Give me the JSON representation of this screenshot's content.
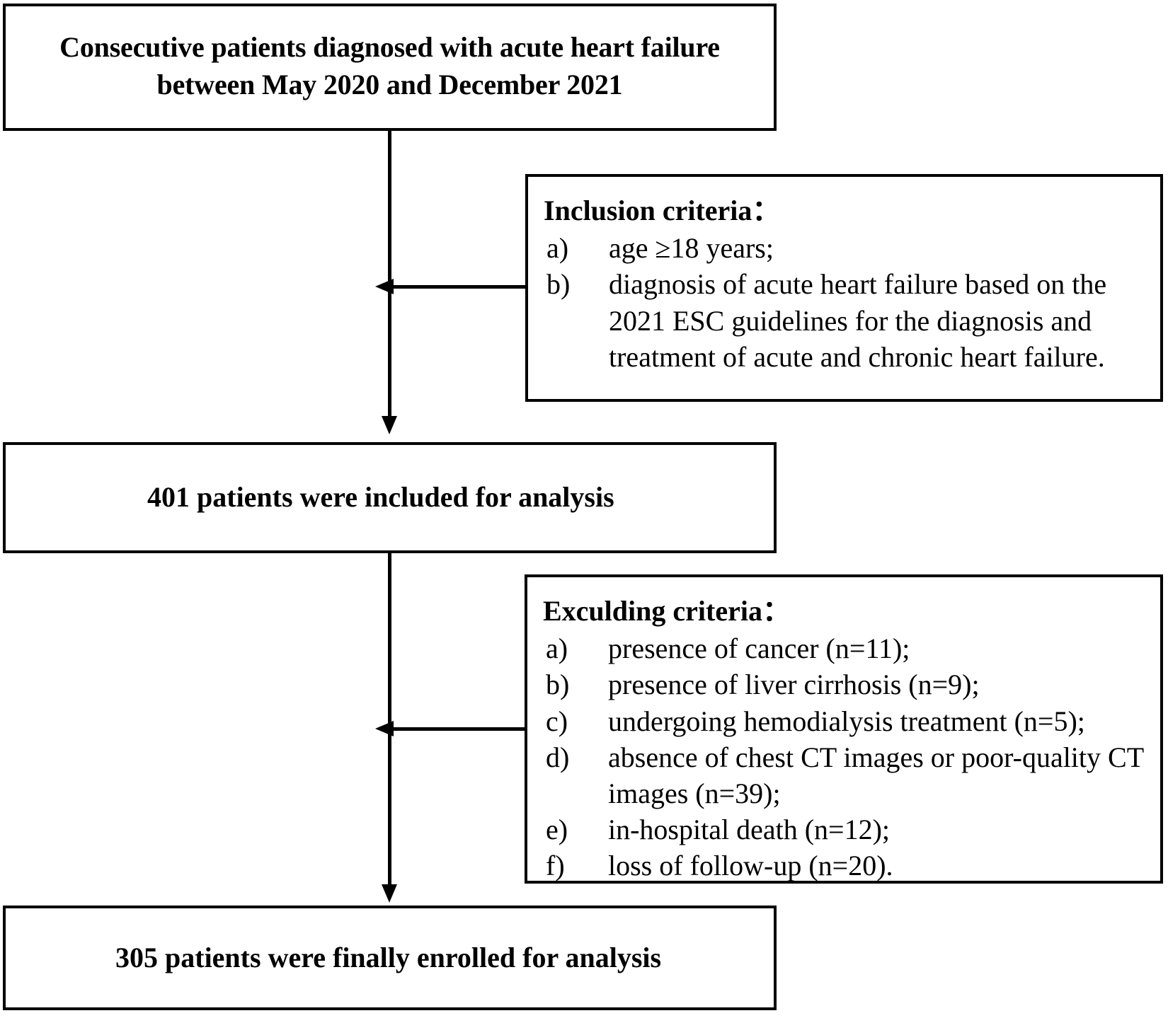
{
  "figure": {
    "type": "flowchart",
    "description": "Patient selection flow diagram"
  },
  "stages": {
    "source": {
      "line1": "Consecutive patients diagnosed with acute heart failure",
      "line2": "between May 2020 and December 2021"
    },
    "included": {
      "text": "401 patients were included for analysis",
      "count": 401
    },
    "enrolled": {
      "text": "305 patients were finally enrolled for analysis",
      "count": 305
    }
  },
  "inclusion": {
    "title": "Inclusion criteria：",
    "items": [
      {
        "marker": "a)",
        "text": "age ≥18 years;"
      },
      {
        "marker": "b)",
        "text": "diagnosis of acute heart failure based on the 2021 ESC guidelines for the diagnosis and treatment of acute and chronic heart failure."
      }
    ]
  },
  "exclusion": {
    "title": "Exculding criteria：",
    "items": [
      {
        "marker": "a)",
        "text": "presence of cancer (n=11);"
      },
      {
        "marker": "b)",
        "text": "presence of liver cirrhosis (n=9);"
      },
      {
        "marker": "c)",
        "text": "undergoing hemodialysis treatment (n=5);"
      },
      {
        "marker": "d)",
        "text": "absence of chest CT images or poor-quality CT images (n=39);"
      },
      {
        "marker": "e)",
        "text": "in-hospital death (n=12);"
      },
      {
        "marker": "f)",
        "text": "loss of follow-up (n=20)."
      }
    ]
  },
  "colors": {
    "line": "#000000",
    "background": "#ffffff",
    "text": "#000000"
  }
}
